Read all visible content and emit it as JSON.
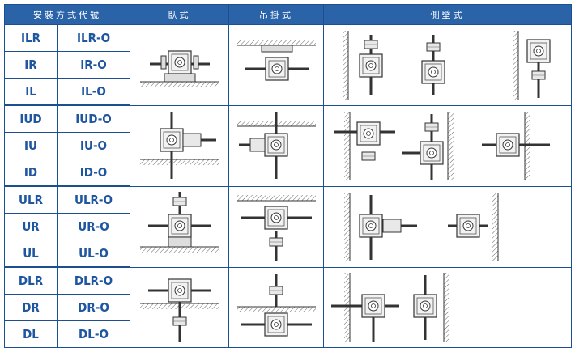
{
  "header": {
    "mounting_method": "安裝方式代號",
    "horizontal": "臥式",
    "hanging": "吊掛式",
    "side_wall": "側壁式"
  },
  "groups": [
    {
      "rows": [
        {
          "code": "ILR",
          "code_o": "ILR-O"
        },
        {
          "code": "IR",
          "code_o": "IR-O"
        },
        {
          "code": "IL",
          "code_o": "IL-O"
        }
      ]
    },
    {
      "rows": [
        {
          "code": "IUD",
          "code_o": "IUD-O"
        },
        {
          "code": "IU",
          "code_o": "IU-O"
        },
        {
          "code": "ID",
          "code_o": "ID-O"
        }
      ]
    },
    {
      "rows": [
        {
          "code": "ULR",
          "code_o": "ULR-O"
        },
        {
          "code": "UR",
          "code_o": "UR-O"
        },
        {
          "code": "UL",
          "code_o": "UL-O"
        }
      ]
    },
    {
      "rows": [
        {
          "code": "DLR",
          "code_o": "DLR-O"
        },
        {
          "code": "DR",
          "code_o": "DR-O"
        },
        {
          "code": "DL",
          "code_o": "DL-O"
        }
      ]
    }
  ],
  "colors": {
    "header_bg": "#2b63a8",
    "code_text": "#1f56a0",
    "grid": "#1b4f8f",
    "drawing": "#333333"
  }
}
